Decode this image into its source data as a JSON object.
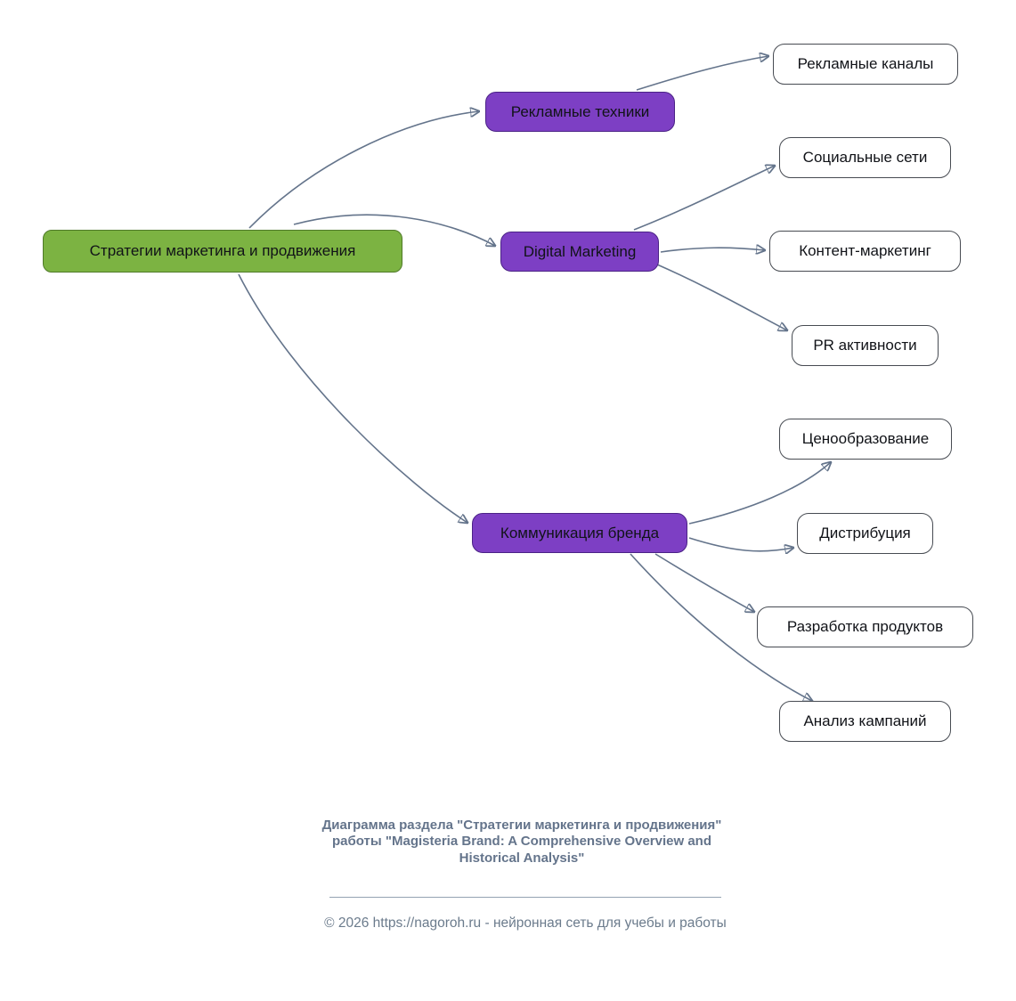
{
  "diagram": {
    "title_implied": "Mind map",
    "edge_color": "#64748b",
    "root_fill": "#7cb342",
    "branch_fill": "#7d3fc4",
    "leaf_fill": "#ffffff",
    "nodes": {
      "root": {
        "label": "Стратегии маркетинга и продвижения"
      },
      "b1": {
        "label": "Рекламные техники"
      },
      "b2": {
        "label": "Digital Marketing"
      },
      "b3": {
        "label": "Коммуникация бренда"
      },
      "l1": {
        "label": "Рекламные каналы"
      },
      "l2": {
        "label": "Социальные сети"
      },
      "l3": {
        "label": "Контент-маркетинг"
      },
      "l4": {
        "label": "PR активности"
      },
      "l5": {
        "label": "Ценообразование"
      },
      "l6": {
        "label": "Дистрибуция"
      },
      "l7": {
        "label": "Разработка продуктов"
      },
      "l8": {
        "label": "Анализ кампаний"
      }
    },
    "edges": [
      {
        "from": "root",
        "to": "b1"
      },
      {
        "from": "root",
        "to": "b2"
      },
      {
        "from": "root",
        "to": "b3"
      },
      {
        "from": "b1",
        "to": "l1"
      },
      {
        "from": "b2",
        "to": "l2"
      },
      {
        "from": "b2",
        "to": "l3"
      },
      {
        "from": "b2",
        "to": "l4"
      },
      {
        "from": "b3",
        "to": "l5"
      },
      {
        "from": "b3",
        "to": "l6"
      },
      {
        "from": "b3",
        "to": "l7"
      },
      {
        "from": "b3",
        "to": "l8"
      }
    ]
  },
  "caption": {
    "text": "Диаграмма раздела \"Стратегии маркетинга и продвижения\" работы \"Magisteria Brand: A Comprehensive Overview and Historical Analysis\""
  },
  "footer": {
    "text": "© 2026 https://nagoroh.ru - нейронная сеть для учебы и работы"
  }
}
